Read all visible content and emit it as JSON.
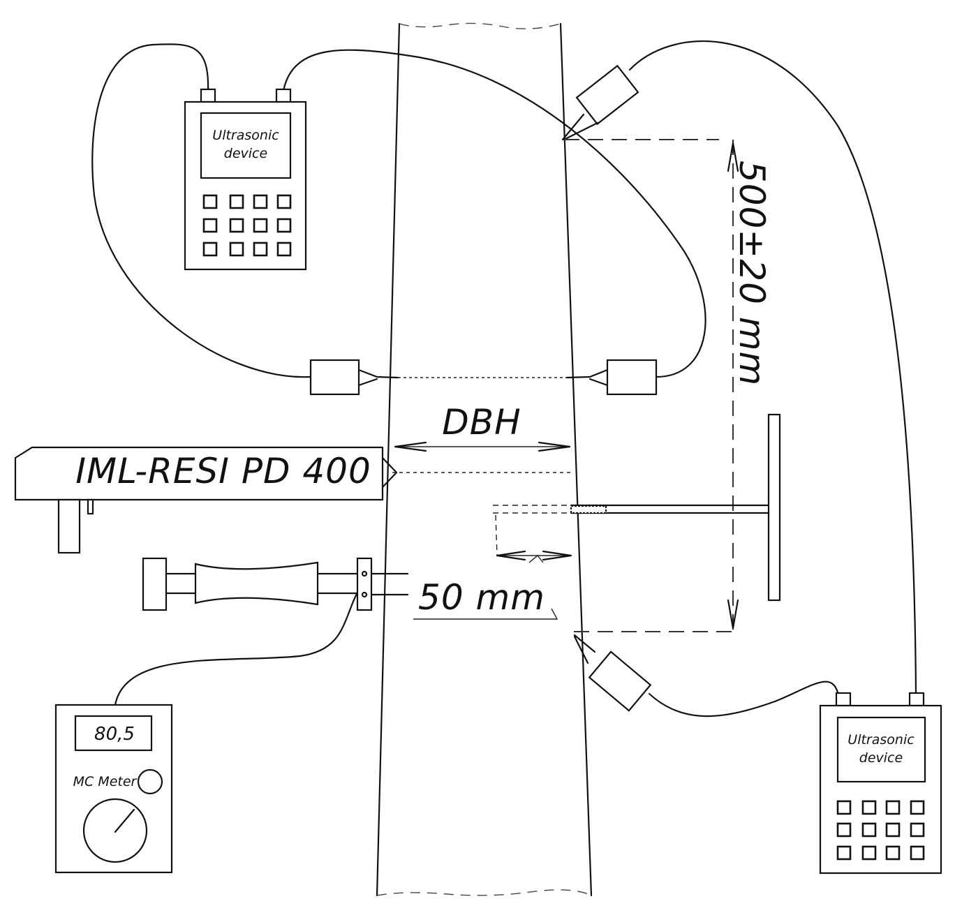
{
  "labels": {
    "dbh": "DBH",
    "resi": "IML-RESI PD 400",
    "height_dim": "500±20 mm",
    "depth_dim": "50 mm"
  },
  "ultrasonic_left": {
    "line1": "Ultrasonic",
    "line2": "device"
  },
  "ultrasonic_right": {
    "line1": "Ultrasonic",
    "line2": "device"
  },
  "moisture_meter": {
    "reading": "80,5",
    "label": "MC Meter"
  }
}
